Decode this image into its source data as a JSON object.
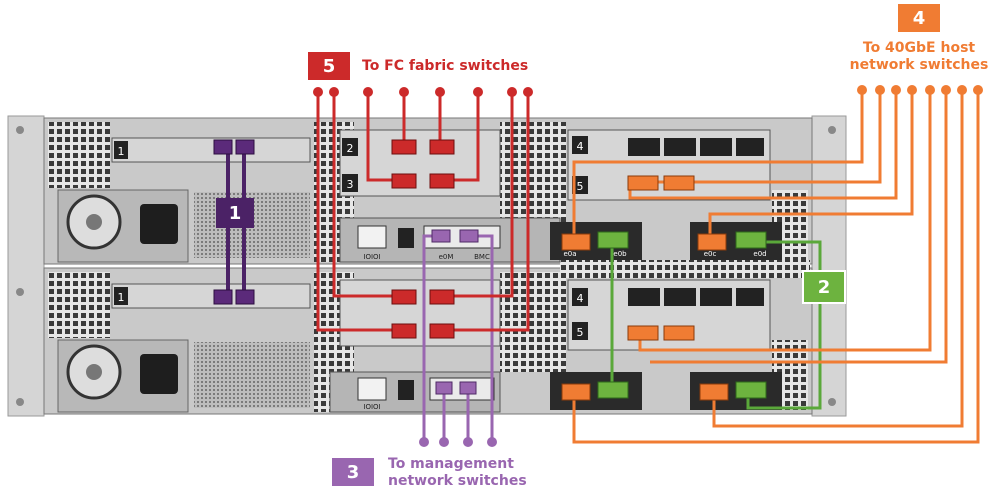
{
  "colors": {
    "fc": "#cc2a2a",
    "host": "#f07c33",
    "mgmt": "#9966b0",
    "cluster_hi": "#6db33f",
    "ha": "#4b2266",
    "chassis": "#c8c8c8",
    "chassis_dark": "#3a3a3a",
    "white": "#ffffff"
  },
  "callouts": {
    "ha": {
      "number": "1"
    },
    "cluster": {
      "number": "2"
    },
    "mgmt": {
      "number": "3",
      "text_line1": "To management",
      "text_line2": "network switches"
    },
    "host": {
      "number": "4",
      "text_line1": "To 40GbE host",
      "text_line2": "network switches"
    },
    "fc": {
      "number": "5",
      "text": "To FC fabric switches"
    }
  },
  "slot_labels": {
    "top_left_1": "1",
    "top_mid_2": "2",
    "top_mid_3": "3",
    "top_right_4": "4",
    "top_right_5": "5",
    "bot_left_1": "1",
    "bot_right_4": "4",
    "bot_right_5": "5"
  },
  "port_labels": {
    "top_e0a": "e0a",
    "top_e0b": "e0b",
    "top_e0c": "e0c",
    "top_e0d": "e0d",
    "top_mgmt": "e0M",
    "top_bmc": "BMC",
    "top_ioio": "IOIOI",
    "bot_ioio": "IOIOI"
  }
}
